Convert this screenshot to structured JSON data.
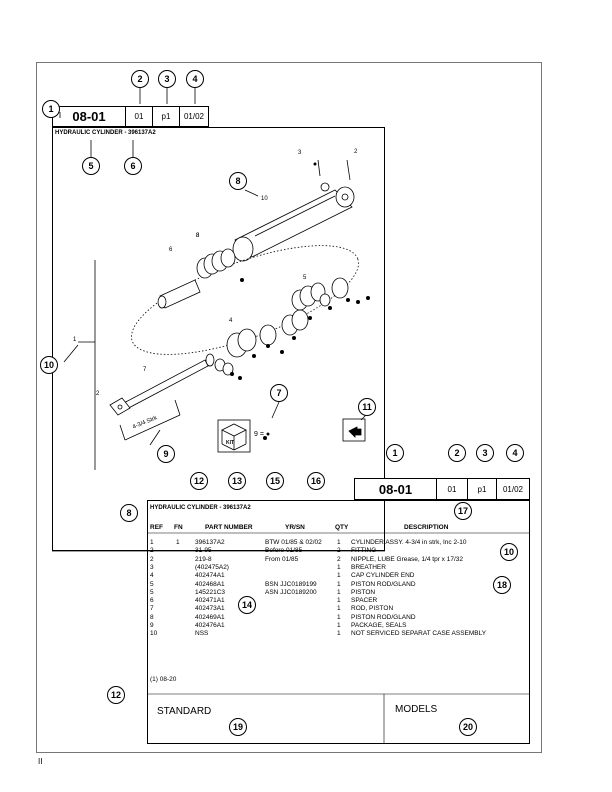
{
  "top_header": {
    "section": "08-01",
    "c2": "01",
    "c3": "p1",
    "c4": "01/02"
  },
  "diagram_title": "HYDRAULIC CYLINDER - 396137A2",
  "callouts_top": [
    "1",
    "2",
    "3",
    "4",
    "5",
    "6"
  ],
  "diagram": {
    "part_labels": [
      "3",
      "2",
      "8",
      "10",
      "6",
      "8",
      "5",
      "1",
      "4",
      "7",
      "2"
    ],
    "callout_8": "8",
    "callout_10": "10",
    "callout_9": "9",
    "callout_7": "7",
    "callout_11": "11",
    "stroke_label": "4-3/4 Strk",
    "kit_text": "9 = ●",
    "kit_label": "KIT"
  },
  "bottom_header": {
    "section": "08-01",
    "c2": "01",
    "c3": "p1",
    "c4": "01/02",
    "callouts": [
      "1",
      "2",
      "3",
      "4"
    ]
  },
  "table": {
    "title": "HYDRAULIC CYLINDER - 396137A2",
    "headers": {
      "ref": "REF",
      "fn": "FN",
      "part": "PART NUMBER",
      "yrsn": "YR/SN",
      "qty": "QTY",
      "desc": "DESCRIPTION"
    },
    "header_callouts": {
      "c8": "8",
      "c12": "12",
      "c13": "13",
      "c15": "15",
      "c16": "16",
      "c17": "17"
    },
    "rows": [
      {
        "ref": "1",
        "fn": "1",
        "part": "396137A2",
        "yrsn": "BTW 01/85 & 02/02",
        "qty": "1",
        "desc": "CYLINDER ASSY. 4-3/4 in strk, Inc 2-10"
      },
      {
        "ref": "2",
        "fn": "",
        "part": "31-95",
        "yrsn": "Before 01/85",
        "qty": "2",
        "desc": "FITTING"
      },
      {
        "ref": "2",
        "fn": "",
        "part": "219-8",
        "yrsn": "From 01/85",
        "qty": "2",
        "desc": "NIPPLE, LUBE Grease, 1/4 tpr x 17/32"
      },
      {
        "ref": "3",
        "fn": "",
        "part": "(402475A2)",
        "yrsn": "",
        "qty": "1",
        "desc": "BREATHER"
      },
      {
        "ref": "4",
        "fn": "",
        "part": "402474A1",
        "yrsn": "",
        "qty": "1",
        "desc": "CAP CYLINDER END"
      },
      {
        "ref": "5",
        "fn": "",
        "part": "402468A1",
        "yrsn": "BSN JJC0189199",
        "qty": "1",
        "desc": "PISTON ROD/GLAND"
      },
      {
        "ref": "5",
        "fn": "",
        "part": "145221C3",
        "yrsn": "ASN JJC0189200",
        "qty": "1",
        "desc": "PISTON"
      },
      {
        "ref": "6",
        "fn": "",
        "part": "402471A1",
        "yrsn": "",
        "qty": "1",
        "desc": "SPACER"
      },
      {
        "ref": "7",
        "fn": "",
        "part": "402473A1",
        "yrsn": "",
        "qty": "1",
        "desc": "ROD, PISTON"
      },
      {
        "ref": "8",
        "fn": "",
        "part": "402469A1",
        "yrsn": "",
        "qty": "1",
        "desc": "PISTON ROD/GLAND"
      },
      {
        "ref": "9",
        "fn": "",
        "part": "402476A1",
        "yrsn": "",
        "qty": "1",
        "desc": "PACKAGE, SEALS"
      },
      {
        "ref": "10",
        "fn": "",
        "part": "NSS",
        "yrsn": "",
        "qty": "1",
        "desc": "NOT SERVICED SEPARAT CASE ASSEMBLY"
      }
    ],
    "row_callouts": {
      "c10": "10",
      "c14": "14",
      "c18": "18"
    },
    "footnote": "(1)   08-20",
    "footnote_callout": "12",
    "standard_label": "STANDARD",
    "standard_callout": "19",
    "models_label": "MODELS",
    "models_callout": "20"
  },
  "page_number": "II"
}
